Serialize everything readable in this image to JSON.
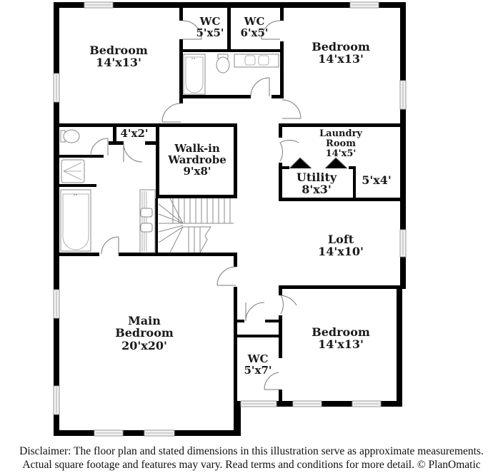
{
  "plan": {
    "colors": {
      "wall": "#000000",
      "window": "#f2f2f2",
      "fixture_stroke": "#8a8a8a",
      "background": "#ffffff",
      "text": "#1a1a1a"
    }
  },
  "rooms": {
    "bedroom_nw": {
      "name": "Bedroom",
      "dim": "14'x13'"
    },
    "wc_1": {
      "name": "WC",
      "dim": "5'x5'"
    },
    "wc_2": {
      "name": "WC",
      "dim": "6'x5'"
    },
    "bedroom_ne": {
      "name": "Bedroom",
      "dim": "14'x13'"
    },
    "closet_small": {
      "dim": "4'x2'"
    },
    "walkin": {
      "name_line1": "Walk-in",
      "name_line2": "Wardrobe",
      "dim": "9'x8'"
    },
    "laundry": {
      "name_line1": "Laundry",
      "name_line2": "Room",
      "dim": "14'x5'"
    },
    "utility": {
      "name": "Utility",
      "dim": "8'x3'"
    },
    "closet_5x4": {
      "dim": "5'x4'"
    },
    "loft": {
      "name": "Loft",
      "dim": "14'x10'"
    },
    "main_bedroom": {
      "name_line1": "Main",
      "name_line2": "Bedroom",
      "dim": "20'x20'"
    },
    "bedroom_se": {
      "name": "Bedroom",
      "dim": "14'x13'"
    },
    "wc_3": {
      "name": "WC",
      "dim": "5'x7'"
    }
  },
  "footer": {
    "line1": "Disclaimer: The floor plan and stated dimensions in this illustration serve as approximate measurements.",
    "line2": "Actual square footage and features may vary. Read terms and conditions for more detail. © PlanOmatic"
  }
}
